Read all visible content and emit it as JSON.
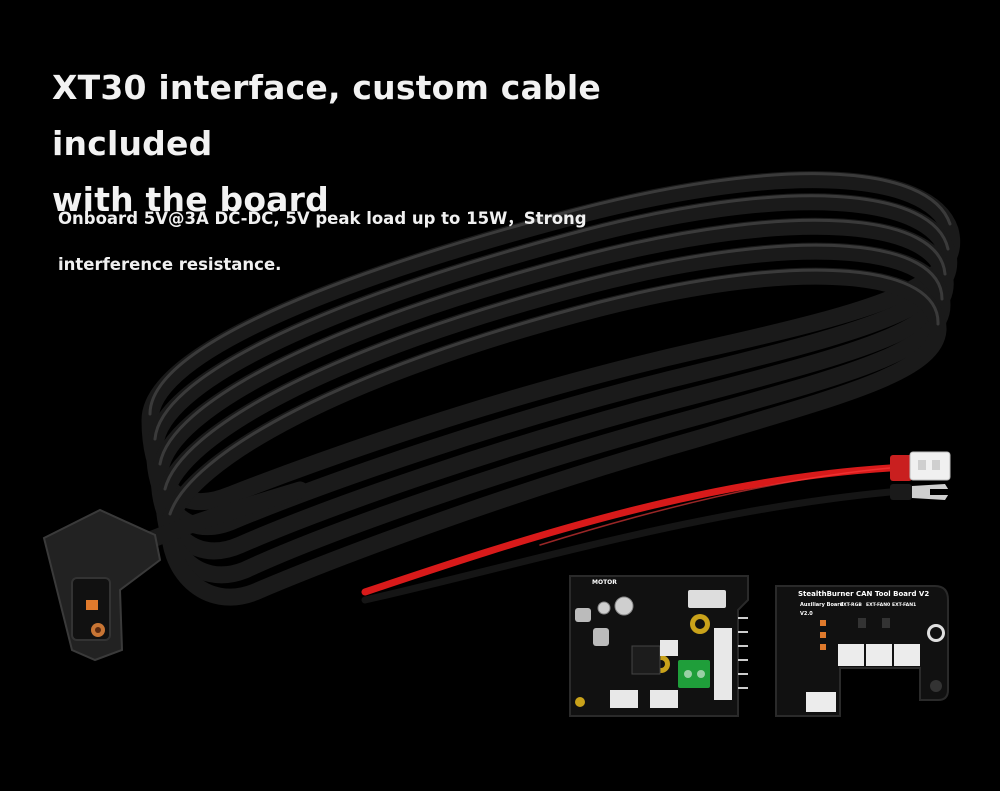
{
  "headline": {
    "line1": "XT30 interface, custom cable included",
    "line2": "with the board"
  },
  "description": {
    "line1": "Onboard 5V@3A DC-DC, 5V peak load up to 15W，Strong",
    "line2": "interference resistance."
  },
  "tool_board": {
    "title": "StealthBurner CAN Tool Board V2",
    "subtitle": "Auxiliary Board",
    "version": "V2.0",
    "port_labels": [
      "EXT-RGB",
      "EXT-FAN0",
      "EXT-FAN1"
    ]
  },
  "main_board": {
    "silk_label": "MOTOR"
  },
  "colors": {
    "background": "#000000",
    "headline": "#f2f2f2",
    "cable": "#2a2a2a",
    "wire_red": "#d81a1a",
    "connector_orange": "#e07a2c",
    "terminal_green": "#1f9e3a"
  }
}
